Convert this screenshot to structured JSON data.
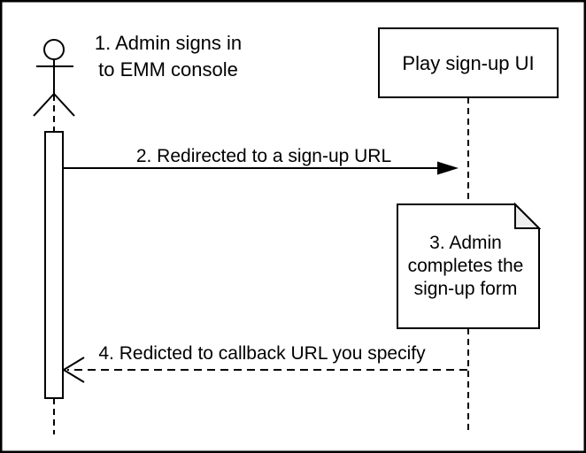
{
  "diagram": {
    "type": "uml-sequence-diagram",
    "colors": {
      "background": "#ffffff",
      "line": "#000000",
      "shape_fill": "#ffffff",
      "note_fold": "#eeeeee"
    },
    "actor": {
      "name": "Admin actor",
      "label_lines": [
        "1. Admin signs in",
        "to EMM console"
      ]
    },
    "participant": {
      "label": "Play sign-up UI"
    },
    "messages": [
      {
        "text": "2. Redirected to a sign-up URL",
        "style": "solid",
        "direction": "left-to-right"
      },
      {
        "text": "4. Redicted to callback URL you specify",
        "style": "dashed",
        "direction": "right-to-left"
      }
    ],
    "note": {
      "lines": [
        "3. Admin",
        "completes the",
        "sign-up form"
      ]
    }
  }
}
